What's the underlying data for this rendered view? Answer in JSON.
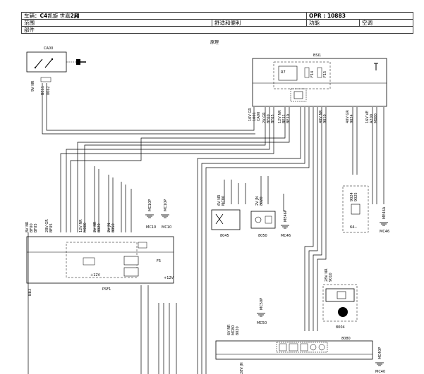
{
  "header": {
    "vehicle_label": "车辆：",
    "vehicle_model": "C4",
    "vehicle_desc": "凯旋 世嘉",
    "vehicle_doors": "2厢",
    "opr": "OPR : 10883",
    "scope_label": "范围",
    "scope_value": "舒适和便利",
    "function_label": "功能",
    "function_value": "空调",
    "parts_label": "部件",
    "principle_label": "原理"
  },
  "components": {
    "ca00": "CA00",
    "bsi1": "BSI1",
    "psf1": "PSF1",
    "c8045": "8045",
    "c8050": "8050",
    "c8004": "8004",
    "c8080": "8080",
    "c64": "64--",
    "bb3": "BB3"
  },
  "grounds": {
    "mc10p": "MC10P",
    "mc10": "MC10",
    "mc10p2": "MC10P",
    "mc10b": "MC10",
    "me46p": "ME46P",
    "mc46": "MC46",
    "me46a": "ME46A",
    "mc46b": "MC46",
    "mc50p": "MC50P",
    "mc50": "MC50",
    "mc40p": "MC40P",
    "mc40": "MC40"
  },
  "connectors": {
    "ca00_conn": "9V NR",
    "ca00_wire1": "BE11",
    "ca00_wire2": "0062",
    "bsi_c1": "10V GR",
    "bsi_c1_w1": "1001",
    "bsi_c1_w2": "CA00",
    "bsi_c2": "2V GR",
    "bsi_c2_w1": "BF00",
    "bsi_c2_w2": "BF05",
    "bsi_c3": "12V NR",
    "bsi_c3_w1": "BE11",
    "bsi_c3_w2": "BE10",
    "bsi_c4": "40V NR",
    "bsi_c4_w": "9010",
    "bsi_c5": "40V GR",
    "bsi_c5_w": "9024",
    "bsi_c6": "16V VE",
    "bsi_c6_w1": "A200",
    "bsi_c6_w2": "M000",
    "psf_c1": "8V NR",
    "psf_c1_w1": "BF00",
    "psf_c1_w2": "BF05",
    "psf_c2": "28V GR",
    "psf_c2_w": "BF05",
    "psf_c3": "12V NR",
    "psf_c3_w": "M000",
    "psf_c4": "2V NR",
    "psf_c4_w": "8020",
    "psf_c5": "2V JN",
    "psf_c5_w": "8050",
    "c8045_conn": "6V NR",
    "c8045_w": "MC80",
    "c8050_conn": "2V JN",
    "c8050_w": "8020",
    "c64_w1": "9024",
    "c64_w2": "9025",
    "c8004_conn": "28V NR",
    "c8004_w": "9010",
    "c8080_conn": "6V NR",
    "c8080_w1": "MC80",
    "c8080_w2": "8020",
    "c8080_bottom": "28V JN"
  },
  "relay": {
    "label": "R7",
    "fuse1": "F14",
    "fuse2": "F15"
  },
  "voltages": {
    "v1": "+12V",
    "v2": "+12V"
  },
  "psf_fuse": "F5"
}
